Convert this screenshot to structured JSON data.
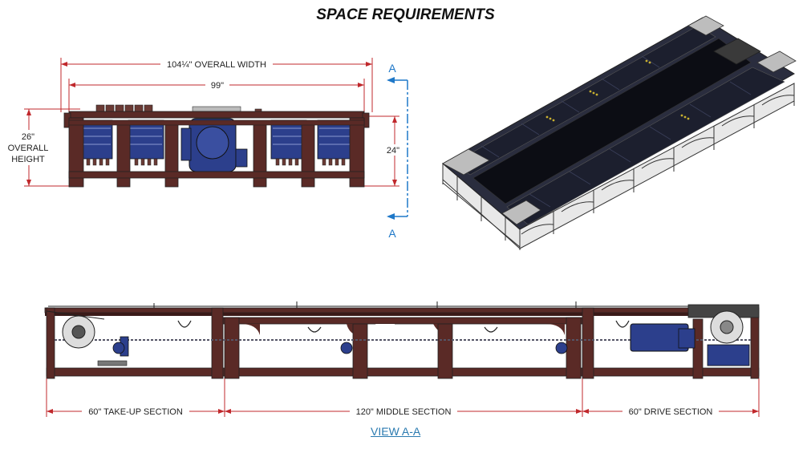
{
  "title": "SPACE REQUIREMENTS",
  "front_view": {
    "overall_width": "104¼\" OVERALL WIDTH",
    "inner_width": "99\"",
    "overall_height": [
      "26\"",
      "OVERALL",
      "HEIGHT"
    ],
    "inner_height": "24\""
  },
  "section_markers": {
    "top": "A",
    "bottom": "A"
  },
  "side_view": {
    "takeup_section": "60\" TAKE-UP SECTION",
    "middle_section": "120\" MIDDLE SECTION",
    "drive_section": "60\" DRIVE SECTION"
  },
  "view_label": "VIEW A-A",
  "colors": {
    "frame": "#5a2a26",
    "frame_dark": "#3a1a18",
    "motor_blue": "#2c3f8c",
    "dimension_red": "#c0282c",
    "section_blue": "#1f78c8",
    "belt_dark": "#1c1f2e"
  }
}
